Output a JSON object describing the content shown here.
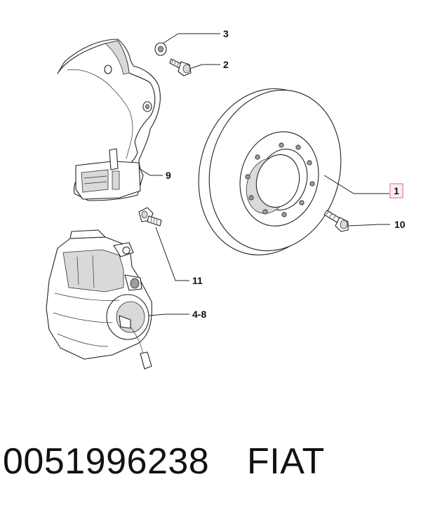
{
  "callouts": [
    {
      "label": "1",
      "highlighted": true
    },
    {
      "label": "2",
      "highlighted": false
    },
    {
      "label": "3",
      "highlighted": false
    },
    {
      "label": "4-8",
      "highlighted": false
    },
    {
      "label": "9",
      "highlighted": false
    },
    {
      "label": "10",
      "highlighted": false
    },
    {
      "label": "11",
      "highlighted": false
    }
  ],
  "highlight_color": "#e8909c",
  "footer": {
    "part_number": "0051996238",
    "brand": "FIAT"
  }
}
